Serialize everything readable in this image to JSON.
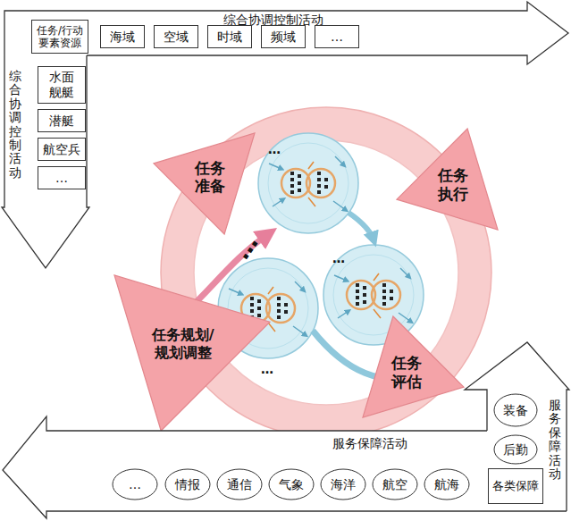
{
  "diagram": {
    "nodes": [
      {
        "text": [
          "综合协调控制活动"
        ]
      },
      {
        "text": [
          "任务/行动要素资源"
        ],
        "in": 0
      },
      {
        "text": [
          "海域"
        ],
        "in": 0
      },
      {
        "text": [
          "空域"
        ],
        "in": 0
      },
      {
        "text": [
          "时域"
        ],
        "in": 0
      },
      {
        "text": [
          "频域"
        ],
        "in": 0
      },
      {
        "text": [
          "…"
        ],
        "in": 0
      },
      {
        "text": [
          "综合协调控制活动"
        ]
      },
      {
        "text": [
          "水面舰艇"
        ],
        "in": 7
      },
      {
        "text": [
          "潜艇"
        ],
        "in": 7
      },
      {
        "text": [
          "航空兵"
        ],
        "in": 7
      },
      {
        "text": [
          "…"
        ],
        "in": 7
      },
      {
        "text": [
          "任务准备"
        ]
      },
      {
        "text": [
          "任务执行"
        ]
      },
      {
        "text": [
          "任务规划/规划调整"
        ]
      },
      {
        "text": [
          "任务评估"
        ]
      },
      {
        "text": [
          "服务保障活动"
        ]
      },
      {
        "text": [
          "装备"
        ],
        "in": 16
      },
      {
        "text": [
          "后勤"
        ],
        "in": 16
      },
      {
        "text": [
          "服务保障活动"
        ]
      },
      {
        "text": [
          "各类保障"
        ],
        "in": 19
      },
      {
        "text": [
          "…"
        ],
        "in": 19
      },
      {
        "text": [
          "情报"
        ],
        "in": 19
      },
      {
        "text": [
          "通信"
        ],
        "in": 19
      },
      {
        "text": [
          "气象"
        ],
        "in": 19
      },
      {
        "text": [
          "海洋"
        ],
        "in": 19
      },
      {
        "text": [
          "航空"
        ],
        "in": 19
      },
      {
        "text": [
          "航海"
        ],
        "in": 19
      }
    ],
    "labels": [
      "…",
      "…",
      "…",
      "…"
    ]
  }
}
